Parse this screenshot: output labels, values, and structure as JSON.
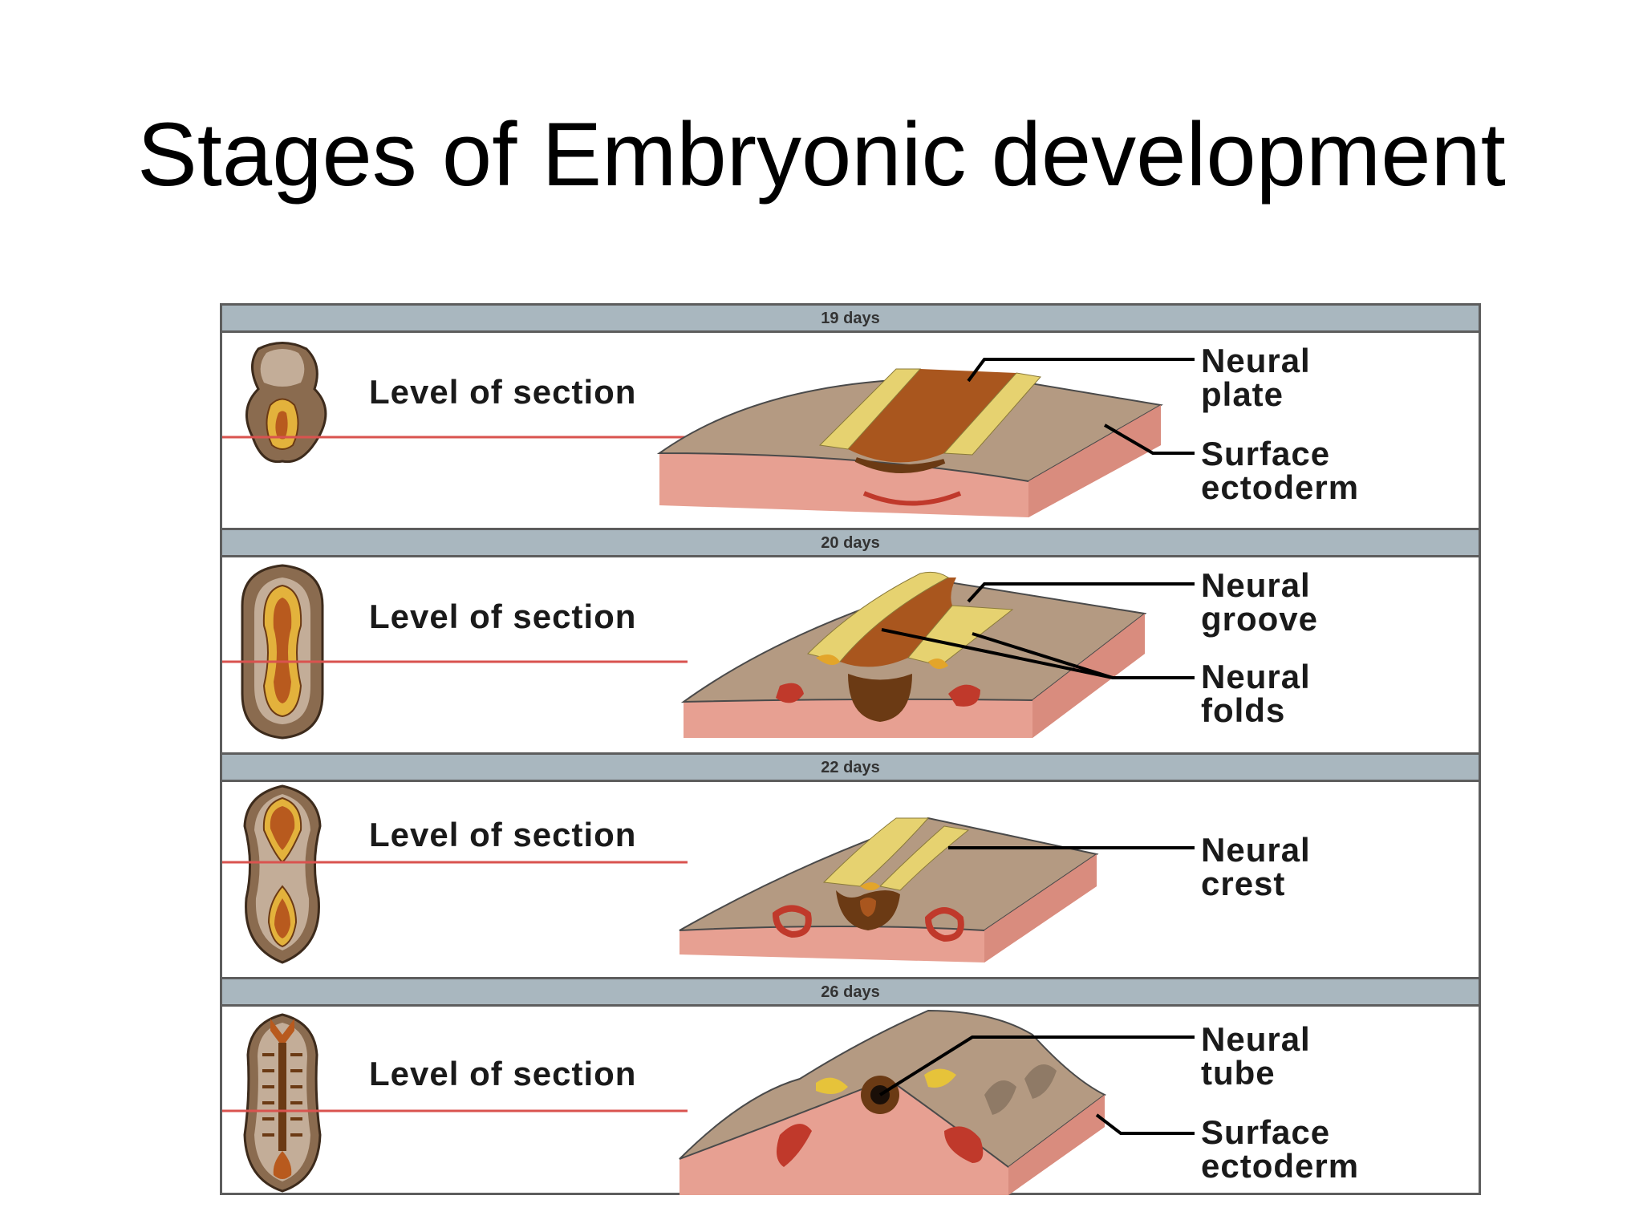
{
  "title": "Stages of Embryonic development",
  "panels": [
    {
      "day_label": "19 days",
      "level_label": "Level of section",
      "callouts": [
        {
          "line1": "Neural",
          "line2": "plate"
        },
        {
          "line1": "Surface",
          "line2": "ectoderm"
        }
      ]
    },
    {
      "day_label": "20 days",
      "level_label": "Level of section",
      "callouts": [
        {
          "line1": "Neural",
          "line2": "groove"
        },
        {
          "line1": "Neural",
          "line2": "folds"
        }
      ]
    },
    {
      "day_label": "22 days",
      "level_label": "Level of section",
      "callouts": [
        {
          "line1": "Neural",
          "line2": "crest"
        }
      ]
    },
    {
      "day_label": "26 days",
      "level_label": "Level of section",
      "callouts": [
        {
          "line1": "Neural",
          "line2": "tube"
        },
        {
          "line1": "Surface",
          "line2": "ectoderm"
        }
      ]
    }
  ],
  "colors": {
    "header_bg": "#a9b7bf",
    "tissue_tan": "#b49a82",
    "mesoderm_pink": "#e7a092",
    "neural_plate_orange": "#a9561e",
    "neural_fold_yellow": "#e6d270",
    "section_line_red": "#d9534f"
  }
}
